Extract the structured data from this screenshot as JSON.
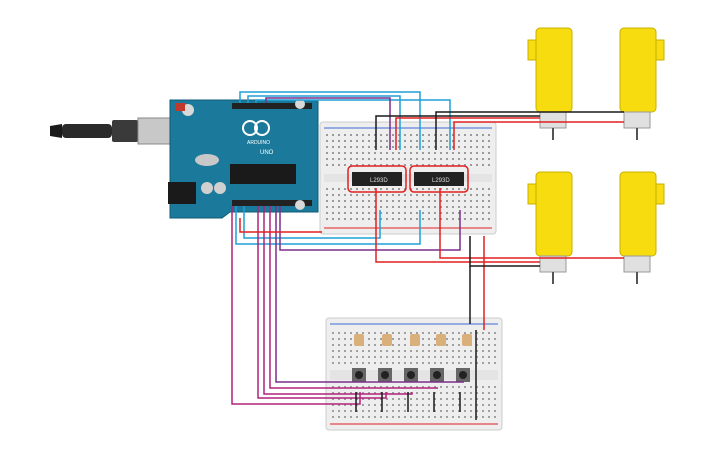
{
  "arduino": {
    "logo_text": "ARDUINO",
    "model_text": "UNO"
  },
  "drivers": {
    "left_label": "L293D",
    "right_label": "L293D"
  },
  "colors": {
    "arduino_board": "#1b7a9b",
    "breadboard": "#eeeeee",
    "motor_yellow": "#f7dc10",
    "wire_blue": "#1f9fd6",
    "wire_purple": "#7a2f8a",
    "wire_magenta": "#b0237a",
    "wire_red": "#e02020",
    "wire_black": "#1a1a1a",
    "resistor": "#d9b07a"
  },
  "counts": {
    "motors": 4,
    "buttons": 5,
    "resistors": 5
  }
}
